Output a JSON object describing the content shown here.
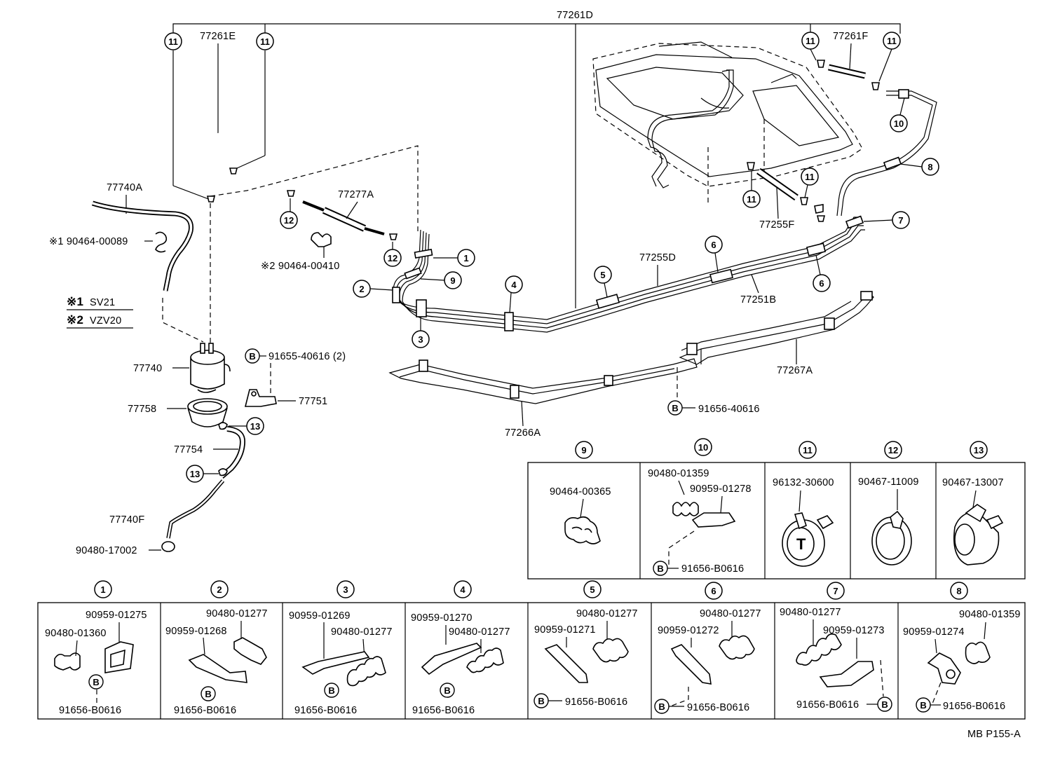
{
  "diagram_code": "MB P155-A",
  "top_labels": {
    "main_line": "77261D",
    "hose_e": "77261E",
    "hose_f": "77261F"
  },
  "part_labels": {
    "p77740A": "77740A",
    "p90464_00089": "※1 90464-00089",
    "legend1_mark": "※1",
    "legend1_model": "SV21",
    "legend2_mark": "※2",
    "legend2_model": "VZV20",
    "p77277A": "77277A",
    "p90464_00410": "※2 90464-00410",
    "p77740": "77740",
    "p91655_40616": "91655-40616 (2)",
    "p77758": "77758",
    "p77751": "77751",
    "p77754": "77754",
    "p77740F": "77740F",
    "p90480_17002": "90480-17002",
    "p77255D": "77255D",
    "p77251B": "77251B",
    "p77255F": "77255F",
    "p77267A": "77267A",
    "p77266A": "77266A",
    "p91656_40616": "91656-40616",
    "bolt": "B"
  },
  "callouts": {
    "c1": "1",
    "c2": "2",
    "c3": "3",
    "c4": "4",
    "c5": "5",
    "c6": "6",
    "c7": "7",
    "c8": "8",
    "c9": "9",
    "c10": "10",
    "c11": "11",
    "c12": "12",
    "c13": "13"
  },
  "detail_top": [
    {
      "num": "9",
      "parts": [
        "90464-00365"
      ]
    },
    {
      "num": "10",
      "parts": [
        "90480-01359",
        "90959-01278",
        "91656-B0616"
      ]
    },
    {
      "num": "11",
      "parts": [
        "96132-30600"
      ]
    },
    {
      "num": "12",
      "parts": [
        "90467-11009"
      ]
    },
    {
      "num": "13",
      "parts": [
        "90467-13007"
      ]
    }
  ],
  "detail_bottom": [
    {
      "num": "1",
      "parts": [
        "90959-01275",
        "90480-01360",
        "91656-B0616"
      ]
    },
    {
      "num": "2",
      "parts": [
        "90480-01277",
        "90959-01268",
        "91656-B0616"
      ]
    },
    {
      "num": "3",
      "parts": [
        "90959-01269",
        "90480-01277",
        "91656-B0616"
      ]
    },
    {
      "num": "4",
      "parts": [
        "90959-01270",
        "90480-01277",
        "91656-B0616"
      ]
    },
    {
      "num": "5",
      "parts": [
        "90480-01277",
        "90959-01271",
        "91656-B0616"
      ]
    },
    {
      "num": "6",
      "parts": [
        "90480-01277",
        "90959-01272",
        "91656-B0616"
      ]
    },
    {
      "num": "7",
      "parts": [
        "90480-01277",
        "90959-01273",
        "91656-B0616"
      ]
    },
    {
      "num": "8",
      "parts": [
        "90480-01359",
        "90959-01274",
        "91656-B0616"
      ]
    }
  ]
}
